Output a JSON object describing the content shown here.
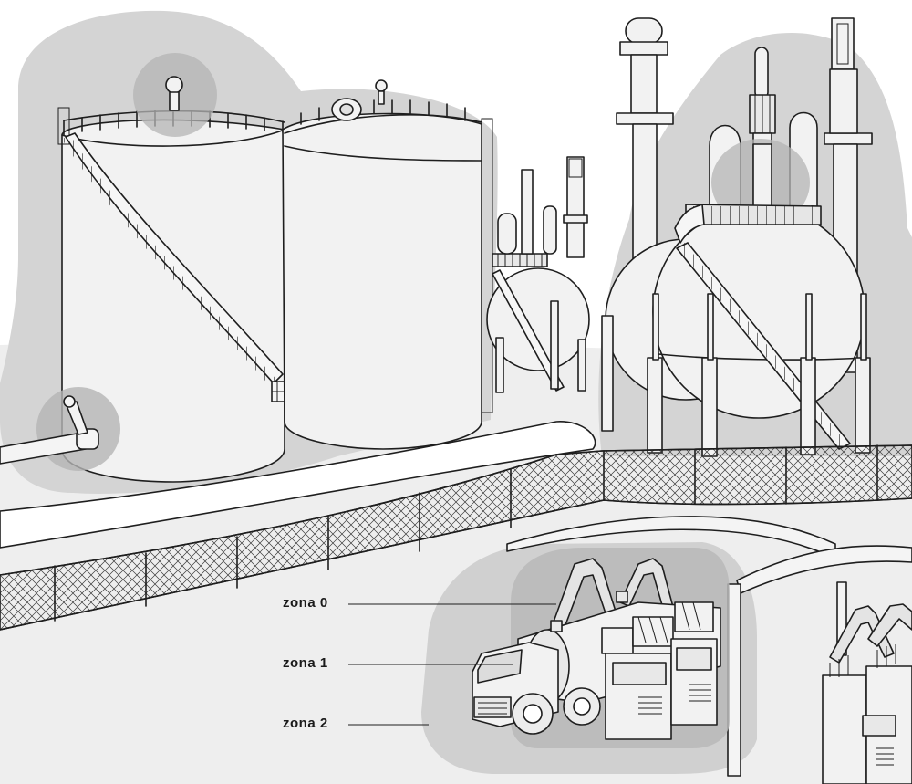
{
  "labels": {
    "zone0": "zona  0",
    "zone1": "zona  1",
    "zone2": "zona  2"
  },
  "colors": {
    "background": "#ffffff",
    "ground": "#eeeeee",
    "zone2": "#d2d2d2",
    "zone1": "#b8b8b8",
    "structure": "#f2f2f2",
    "outline": "#1e1e1e"
  }
}
